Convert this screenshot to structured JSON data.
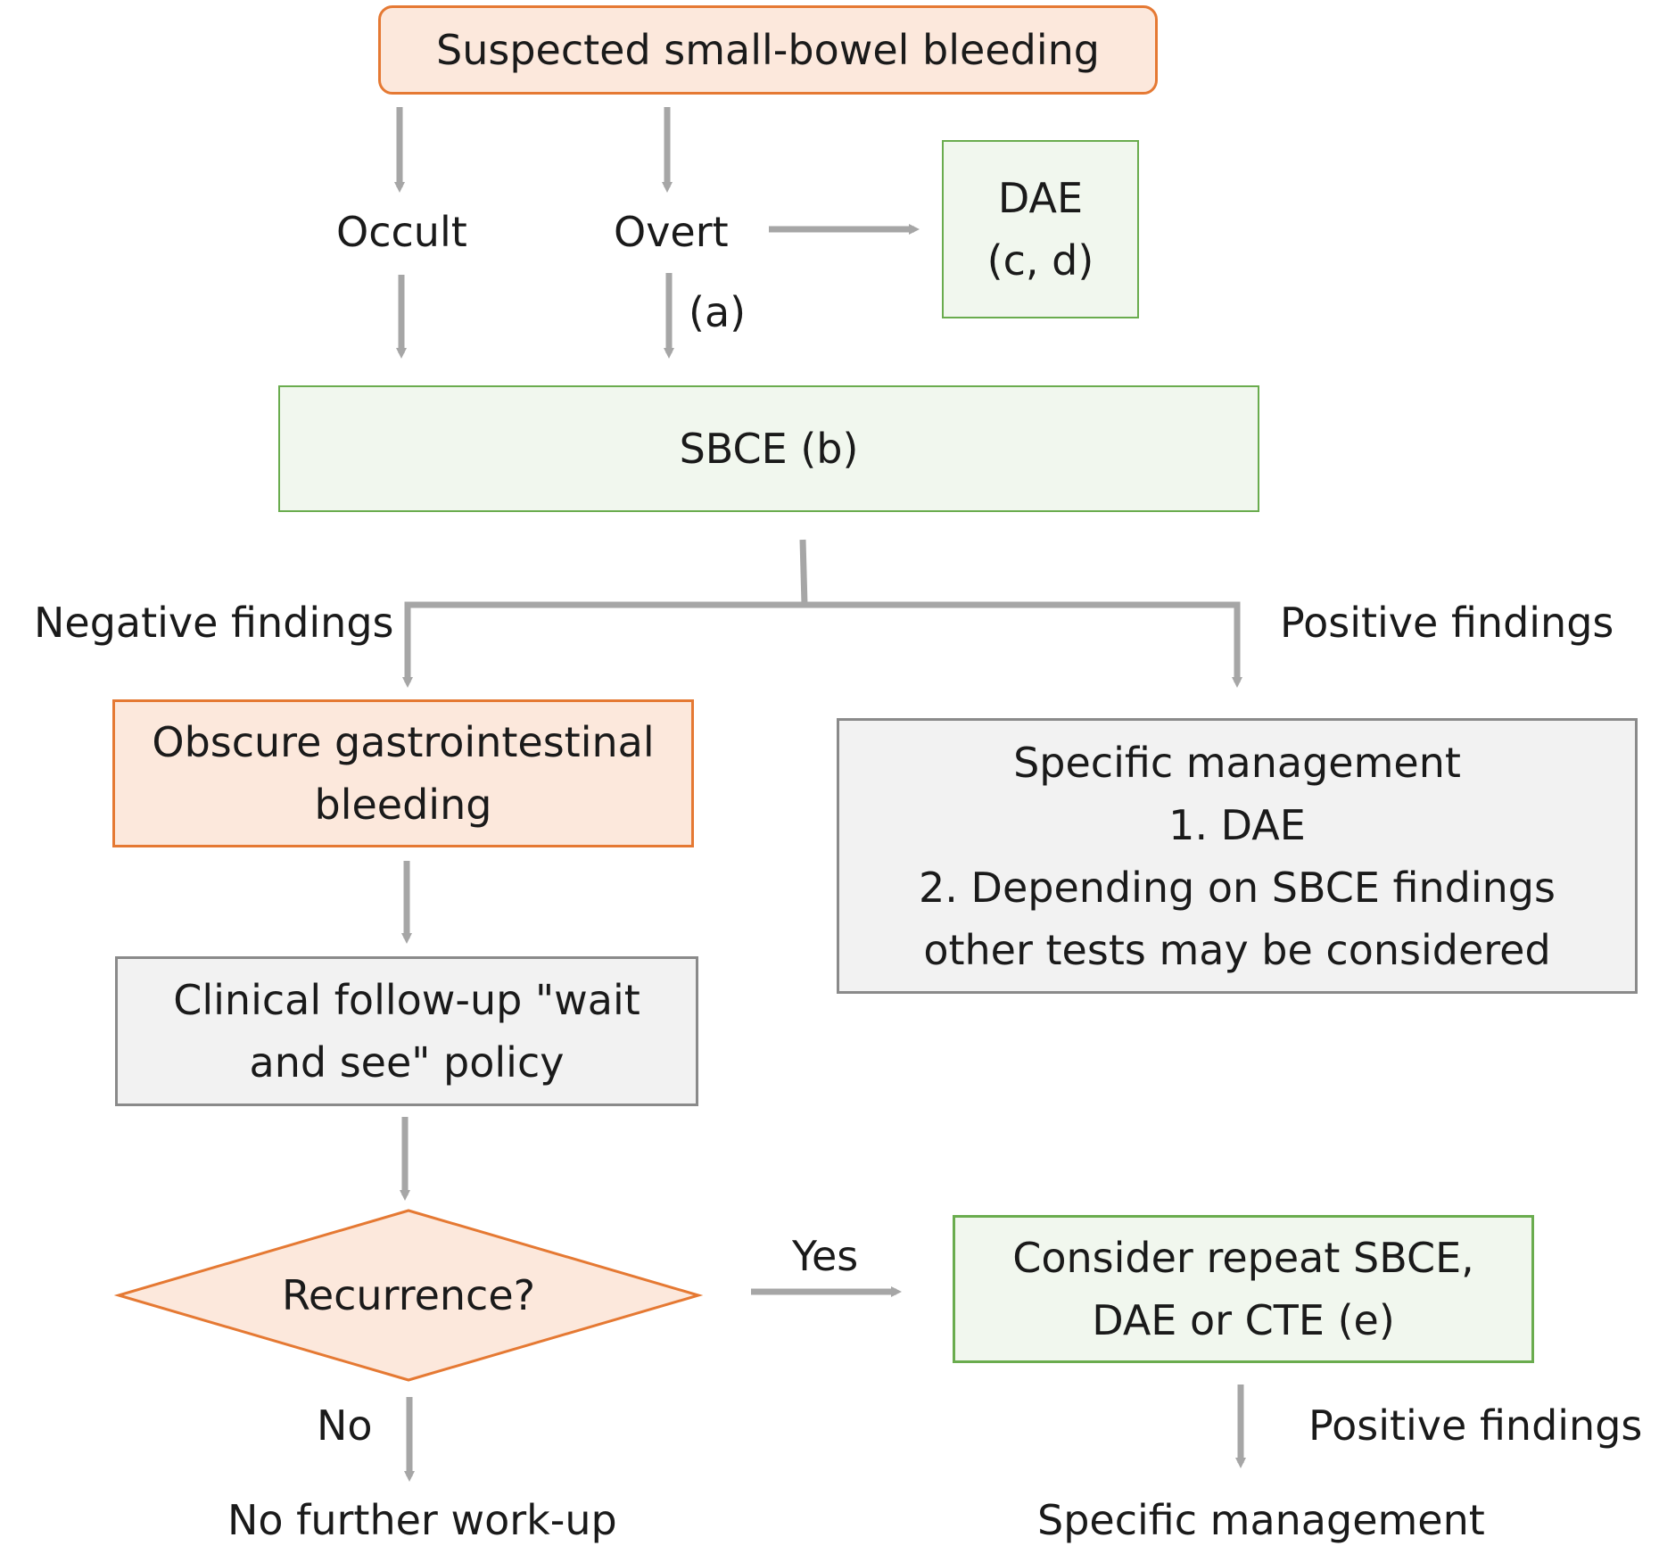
{
  "colors": {
    "orange_fill": "#fce8dc",
    "orange_border": "#e57933",
    "green_fill": "#f1f7ee",
    "green_border": "#6aac4e",
    "gray_fill": "#f2f2f2",
    "gray_border": "#8a8a8a",
    "arrow": "#a6a6a6"
  },
  "start": {
    "text": "Suspected small-bowel bleeding"
  },
  "branches": {
    "occult": "Occult",
    "overt": "Overt",
    "overt_note": "(a)"
  },
  "dae_box": {
    "line1": "DAE",
    "line2": "(c, d)"
  },
  "sbce_box": {
    "text": "SBCE (b)"
  },
  "findings": {
    "negative": "Negative findings",
    "positive": "Positive findings"
  },
  "obscure_box": {
    "line1": "Obscure gastrointestinal",
    "line2": "bleeding"
  },
  "management_box": {
    "line1": "Specific management",
    "line2": "1. DAE",
    "line3": "2. Depending on SBCE findings",
    "line4": "other tests may be considered"
  },
  "followup_box": {
    "line1": "Clinical follow-up \"wait",
    "line2": "and see\" policy"
  },
  "decision": {
    "question": "Recurrence?",
    "yes": "Yes",
    "no": "No"
  },
  "repeat_box": {
    "line1": "Consider repeat SBCE,",
    "line2": "DAE or CTE (e)"
  },
  "outcomes": {
    "no_further": "No further work-up",
    "positive_findings": "Positive findings",
    "specific_management": "Specific management"
  }
}
